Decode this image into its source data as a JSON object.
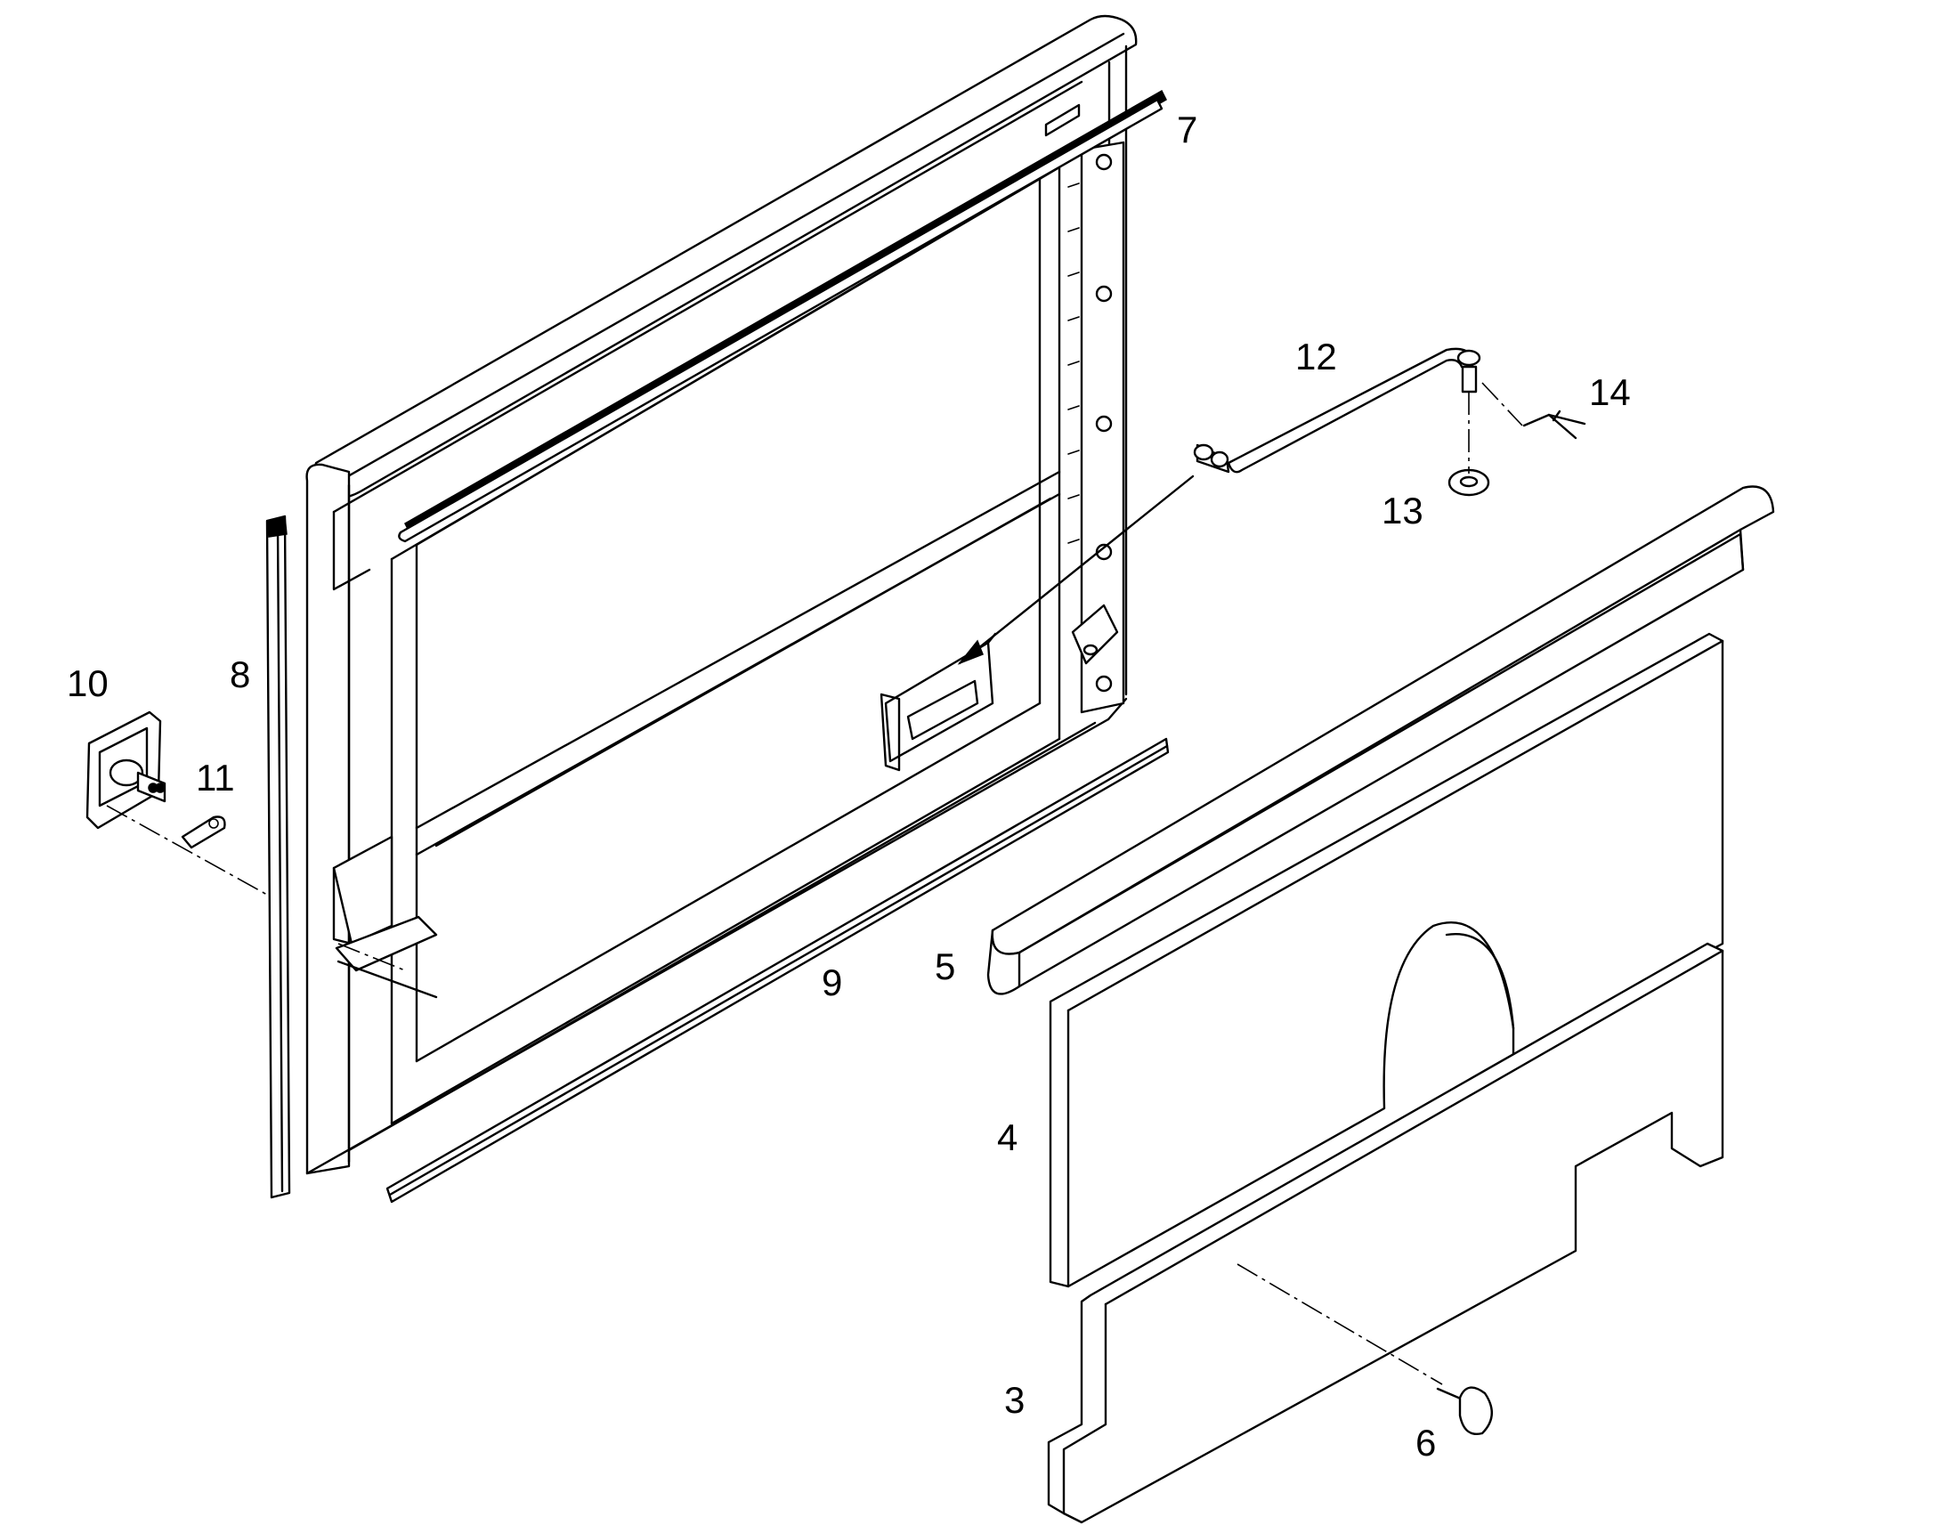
{
  "callouts": {
    "c3": "3",
    "c4": "4",
    "c5": "5",
    "c6": "6",
    "c7": "7",
    "c8": "8",
    "c9": "9",
    "c10": "10",
    "c11": "11",
    "c12": "12",
    "c13": "13",
    "c14": "14"
  }
}
